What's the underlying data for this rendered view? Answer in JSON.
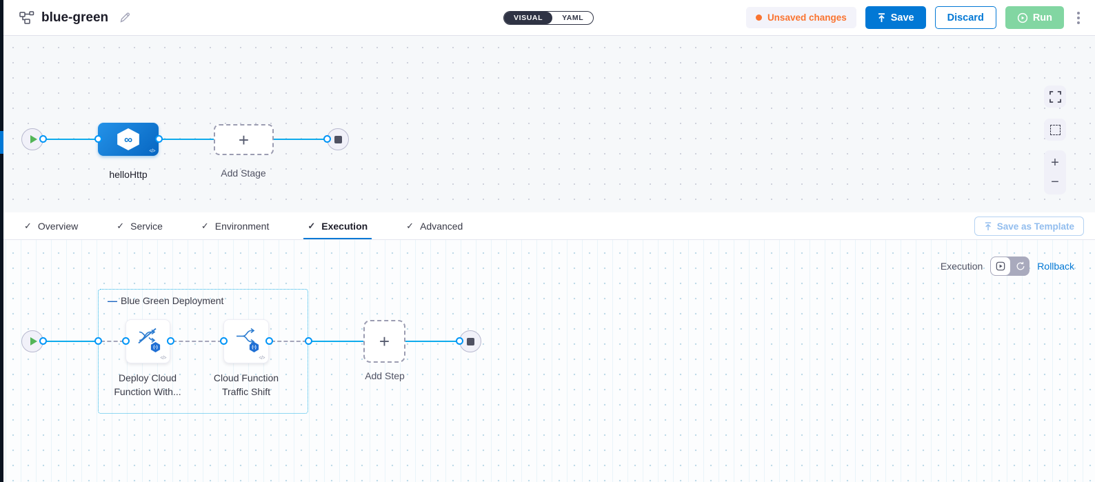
{
  "header": {
    "title": "blue-green",
    "mode_toggle": {
      "visual": "VISUAL",
      "yaml": "YAML"
    },
    "unsaved_badge": "Unsaved changes",
    "save": "Save",
    "discard": "Discard",
    "run": "Run"
  },
  "top_canvas": {
    "stage_label": "helloHttp",
    "add_stage_label": "Add Stage"
  },
  "tabs": {
    "items": [
      {
        "label": "Overview"
      },
      {
        "label": "Service"
      },
      {
        "label": "Environment"
      },
      {
        "label": "Execution"
      },
      {
        "label": "Advanced"
      }
    ],
    "active": "Execution",
    "save_as_template": "Save as Template"
  },
  "exec": {
    "mode_label": "Execution",
    "rollback": "Rollback",
    "group_title": "Blue Green Deployment",
    "steps": [
      {
        "line1": "Deploy Cloud",
        "line2": "Function With..."
      },
      {
        "line1": "Cloud Function",
        "line2": "Traffic Shift"
      }
    ],
    "add_step_label": "Add Step"
  },
  "icons": {
    "plus": "+",
    "minus": "−",
    "check": "✓",
    "infinity": "∞",
    "code": "</>",
    "dash": "—",
    "fn_badge": "(-)"
  },
  "colors": {
    "accent_blue": "#0278d5",
    "connector_blue": "#0fabec",
    "run_green": "#82d6a2",
    "unsaved_orange": "#fa7430",
    "toggle_dark": "#2f3344",
    "group_border": "#1fb1e6"
  }
}
